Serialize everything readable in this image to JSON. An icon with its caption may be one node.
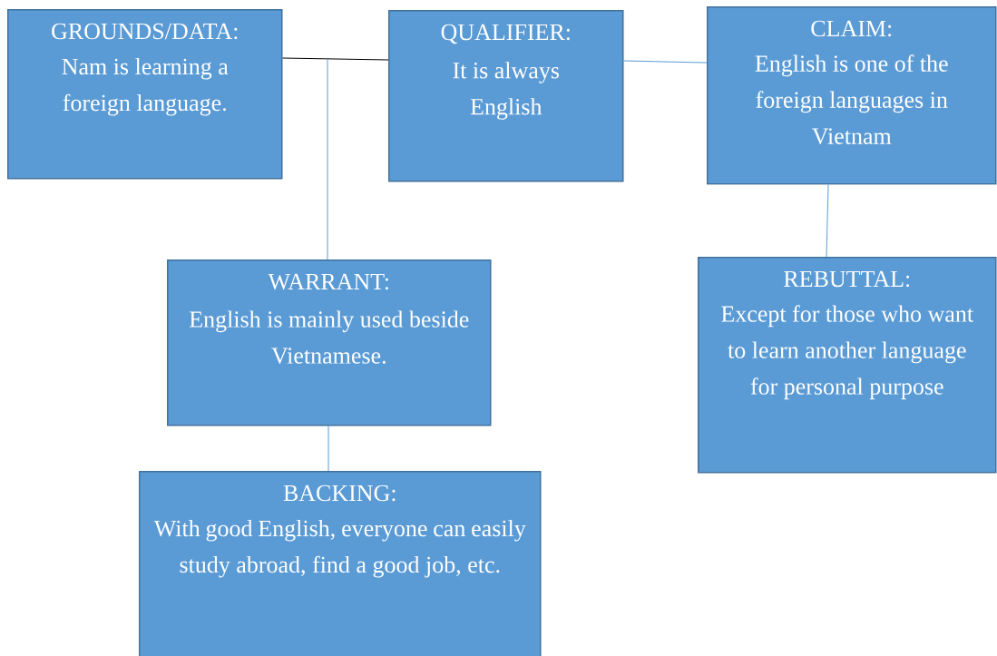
{
  "diagram": {
    "nodes": [
      {
        "text": [
          "GROUNDS/DATA:",
          "Nam is learning a foreign language."
        ]
      },
      {
        "text": [
          "QUALIFIER:",
          "It is always English"
        ]
      },
      {
        "text": [
          "CLAIM:",
          "English is one of the foreign languages in Vietnam"
        ]
      },
      {
        "text": [
          "WARRANT:",
          "English is mainly used beside Vietnamese."
        ]
      },
      {
        "text": [
          "REBUTTAL:",
          "Except for those who want to learn another language for personal purpose"
        ]
      },
      {
        "text": [
          "BACKING:",
          "With good English, everyone can easily study abroad, find a good job, etc."
        ]
      }
    ],
    "edges": [
      {
        "from": 0,
        "to": 1,
        "arrow": "none",
        "color": "#000000"
      },
      {
        "from": 1,
        "to": 2,
        "arrow": "none"
      },
      {
        "from": 2,
        "to": 4,
        "arrow": "none"
      },
      {
        "from": 3,
        "to": null,
        "arrow": "none"
      },
      {
        "from": 3,
        "to": 5,
        "arrow": "none"
      }
    ]
  }
}
